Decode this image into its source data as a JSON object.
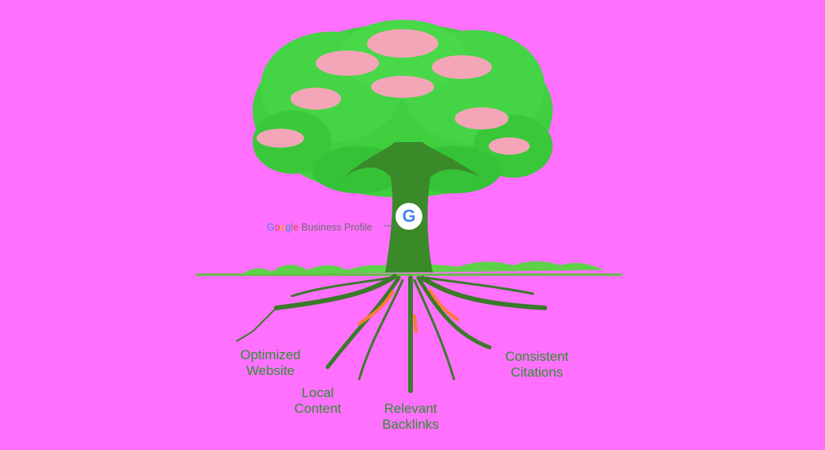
{
  "diagram": {
    "trunk_logo_letter": "G",
    "profile_label_parts": [
      "G",
      "o",
      "o",
      "g",
      "l",
      "e"
    ],
    "profile_label_rest": " Business Profile",
    "roots": [
      {
        "line1": "Optimized",
        "line2": "Website"
      },
      {
        "line1": "Local",
        "line2": "Content"
      },
      {
        "line1": "Relevant",
        "line2": "Backlinks"
      },
      {
        "line1": "Consistent",
        "line2": "Citations"
      }
    ]
  },
  "colors": {
    "background": "#ff70ff",
    "leaves": "#3fcf3f",
    "leaf_highlight": "#f4a6b8",
    "trunk": "#3a8a2a",
    "roots": "#3a7a2a",
    "root_accent": "#ff7a33",
    "label_text": "#2f8f2f"
  }
}
